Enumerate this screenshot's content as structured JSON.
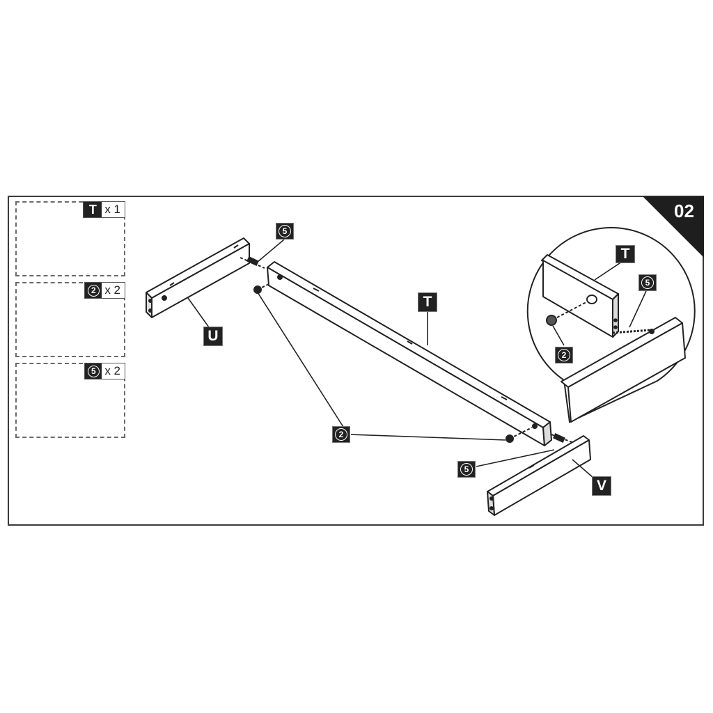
{
  "step": {
    "number": "02"
  },
  "parts_list": [
    {
      "id": "T",
      "kind": "letter",
      "quantity": "x 1",
      "icon": "board-rail-icon"
    },
    {
      "id": "2",
      "kind": "circled-number",
      "quantity": "x 2",
      "icon": "cam-lock-icon"
    },
    {
      "id": "5",
      "kind": "circled-number",
      "quantity": "x 2",
      "icon": "wooden-dowel-icon"
    }
  ],
  "callouts": {
    "board_u": "U",
    "board_t": "T",
    "board_v": "V",
    "dowel_top": "5",
    "cam_center": "2",
    "dowel_bottom": "5"
  },
  "detail": {
    "board_t": "T",
    "dowel": "5",
    "cam": "2"
  }
}
